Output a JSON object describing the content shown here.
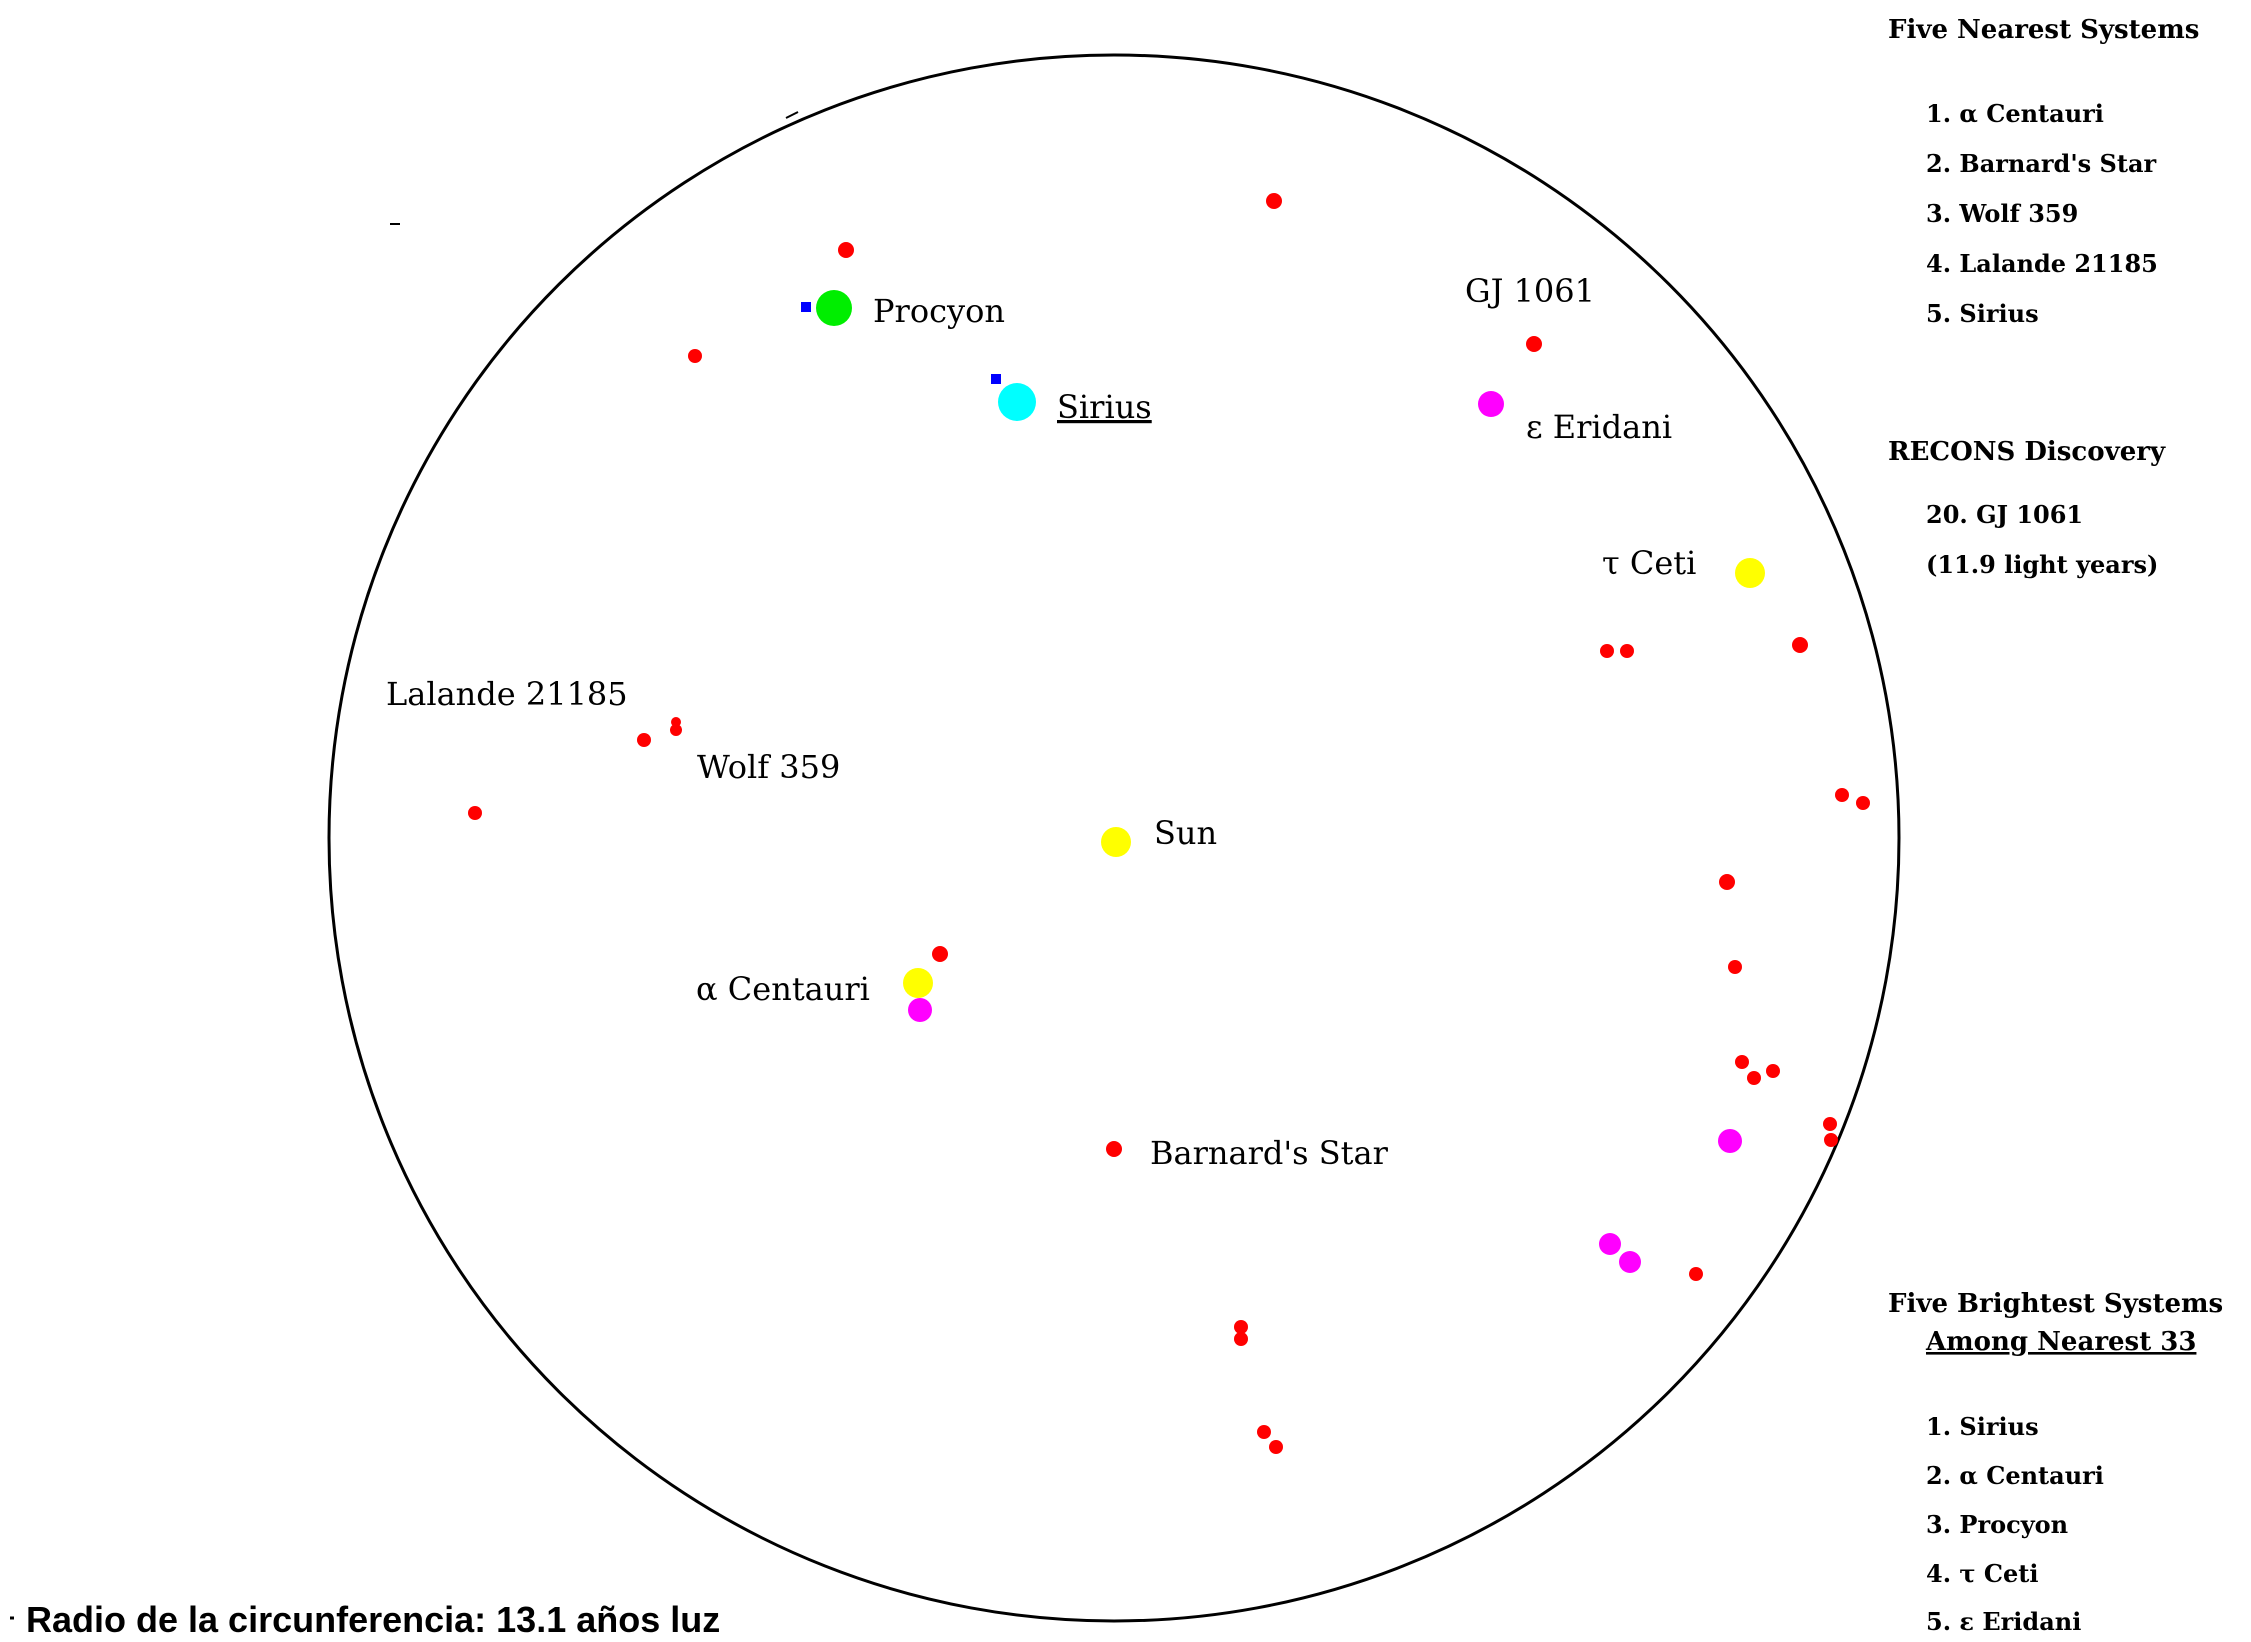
{
  "caption": "Radio de la circunferencia: 13.1 años luz",
  "colors": {
    "red_star": "#ff0000",
    "yellow_star": "#ffff00",
    "magenta_star": "#ff00ff",
    "green_star": "#00ee00",
    "cyan_star": "#00ffff",
    "blue_companion": "#0000ff",
    "outline": "#000000"
  },
  "labels": {
    "procyon": "Procyon",
    "sirius": "Sirius",
    "gj1061": "GJ 1061",
    "eps_eridani": "ε Eridani",
    "tau_ceti": "τ Ceti",
    "lalande": "Lalande 21185",
    "wolf359": "Wolf 359",
    "sun": "Sun",
    "alpha_centauri": "α Centauri",
    "barnard": "Barnard's Star"
  },
  "panels": {
    "nearest": {
      "title": "Five Nearest Systems",
      "items": [
        "1.  α Centauri",
        "2.  Barnard's Star",
        "3.  Wolf 359",
        "4.  Lalande 21185",
        "5.  Sirius"
      ]
    },
    "recons": {
      "title": "RECONS Discovery",
      "items": [
        "20. GJ 1061",
        "(11.9 light years)"
      ]
    },
    "brightest": {
      "title_line1": "Five Brightest Systems",
      "title_line2": "Among Nearest 33",
      "items": [
        "1.  Sirius",
        "2.  α Centauri",
        "3.  Procyon",
        "4.  τ Ceti",
        "5.  ε Eridani"
      ]
    }
  }
}
